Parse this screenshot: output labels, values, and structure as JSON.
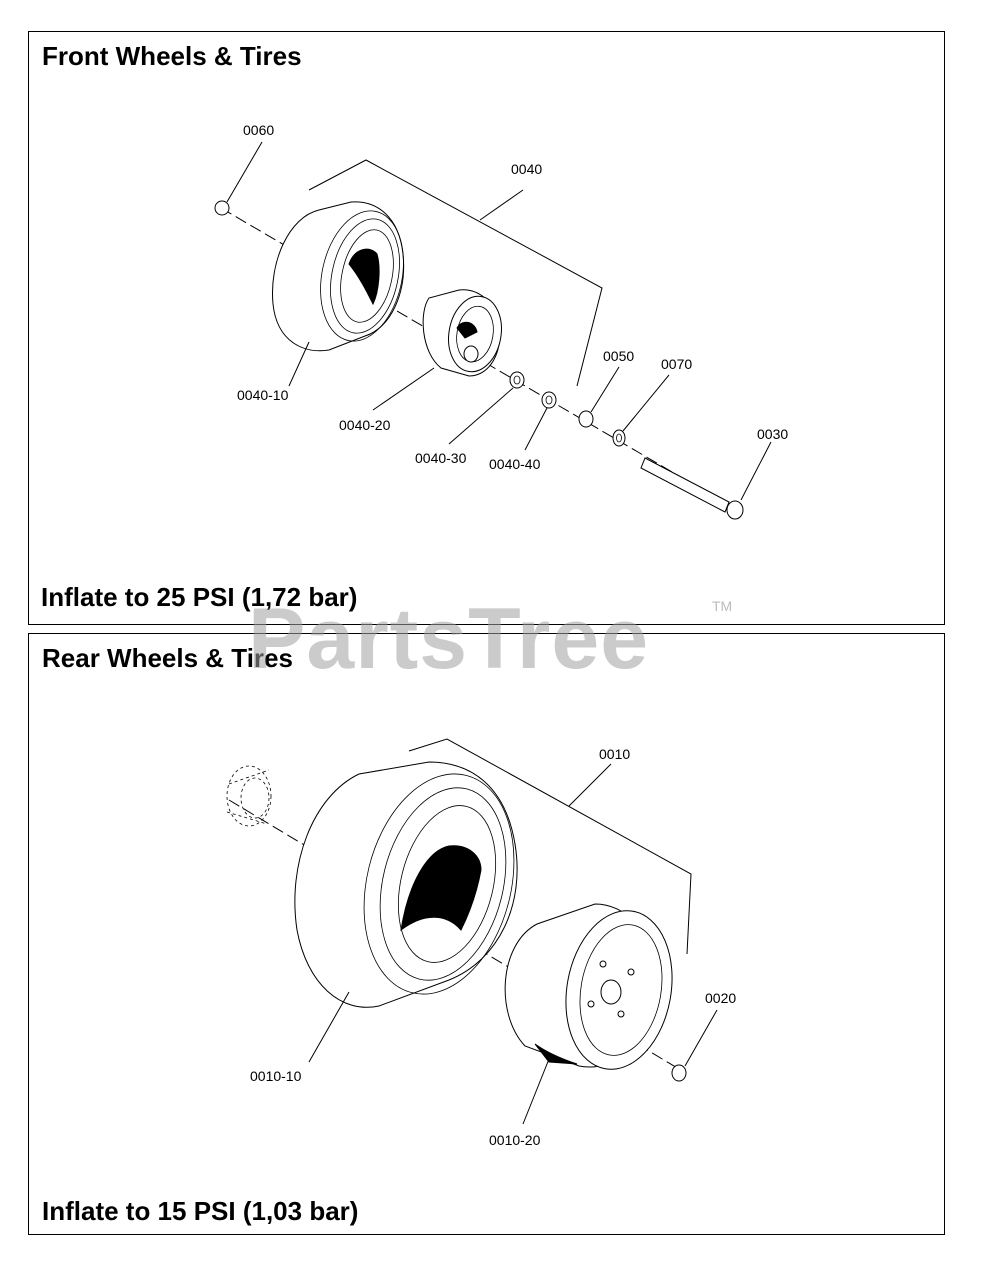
{
  "front": {
    "title": "Front Wheels & Tires",
    "note": "Inflate to 25 PSI (1,72 bar)",
    "callouts": [
      "0060",
      "0040",
      "0050",
      "0070",
      "0030",
      "0040-10",
      "0040-20",
      "0040-30",
      "0040-40"
    ]
  },
  "rear": {
    "title": "Rear Wheels & Tires",
    "note": "Inflate to 15 PSI (1,03 bar)",
    "callouts": [
      "0010",
      "0020",
      "0010-10",
      "0010-20"
    ]
  },
  "watermark": {
    "text": "PartsTree",
    "tm": "TM"
  }
}
